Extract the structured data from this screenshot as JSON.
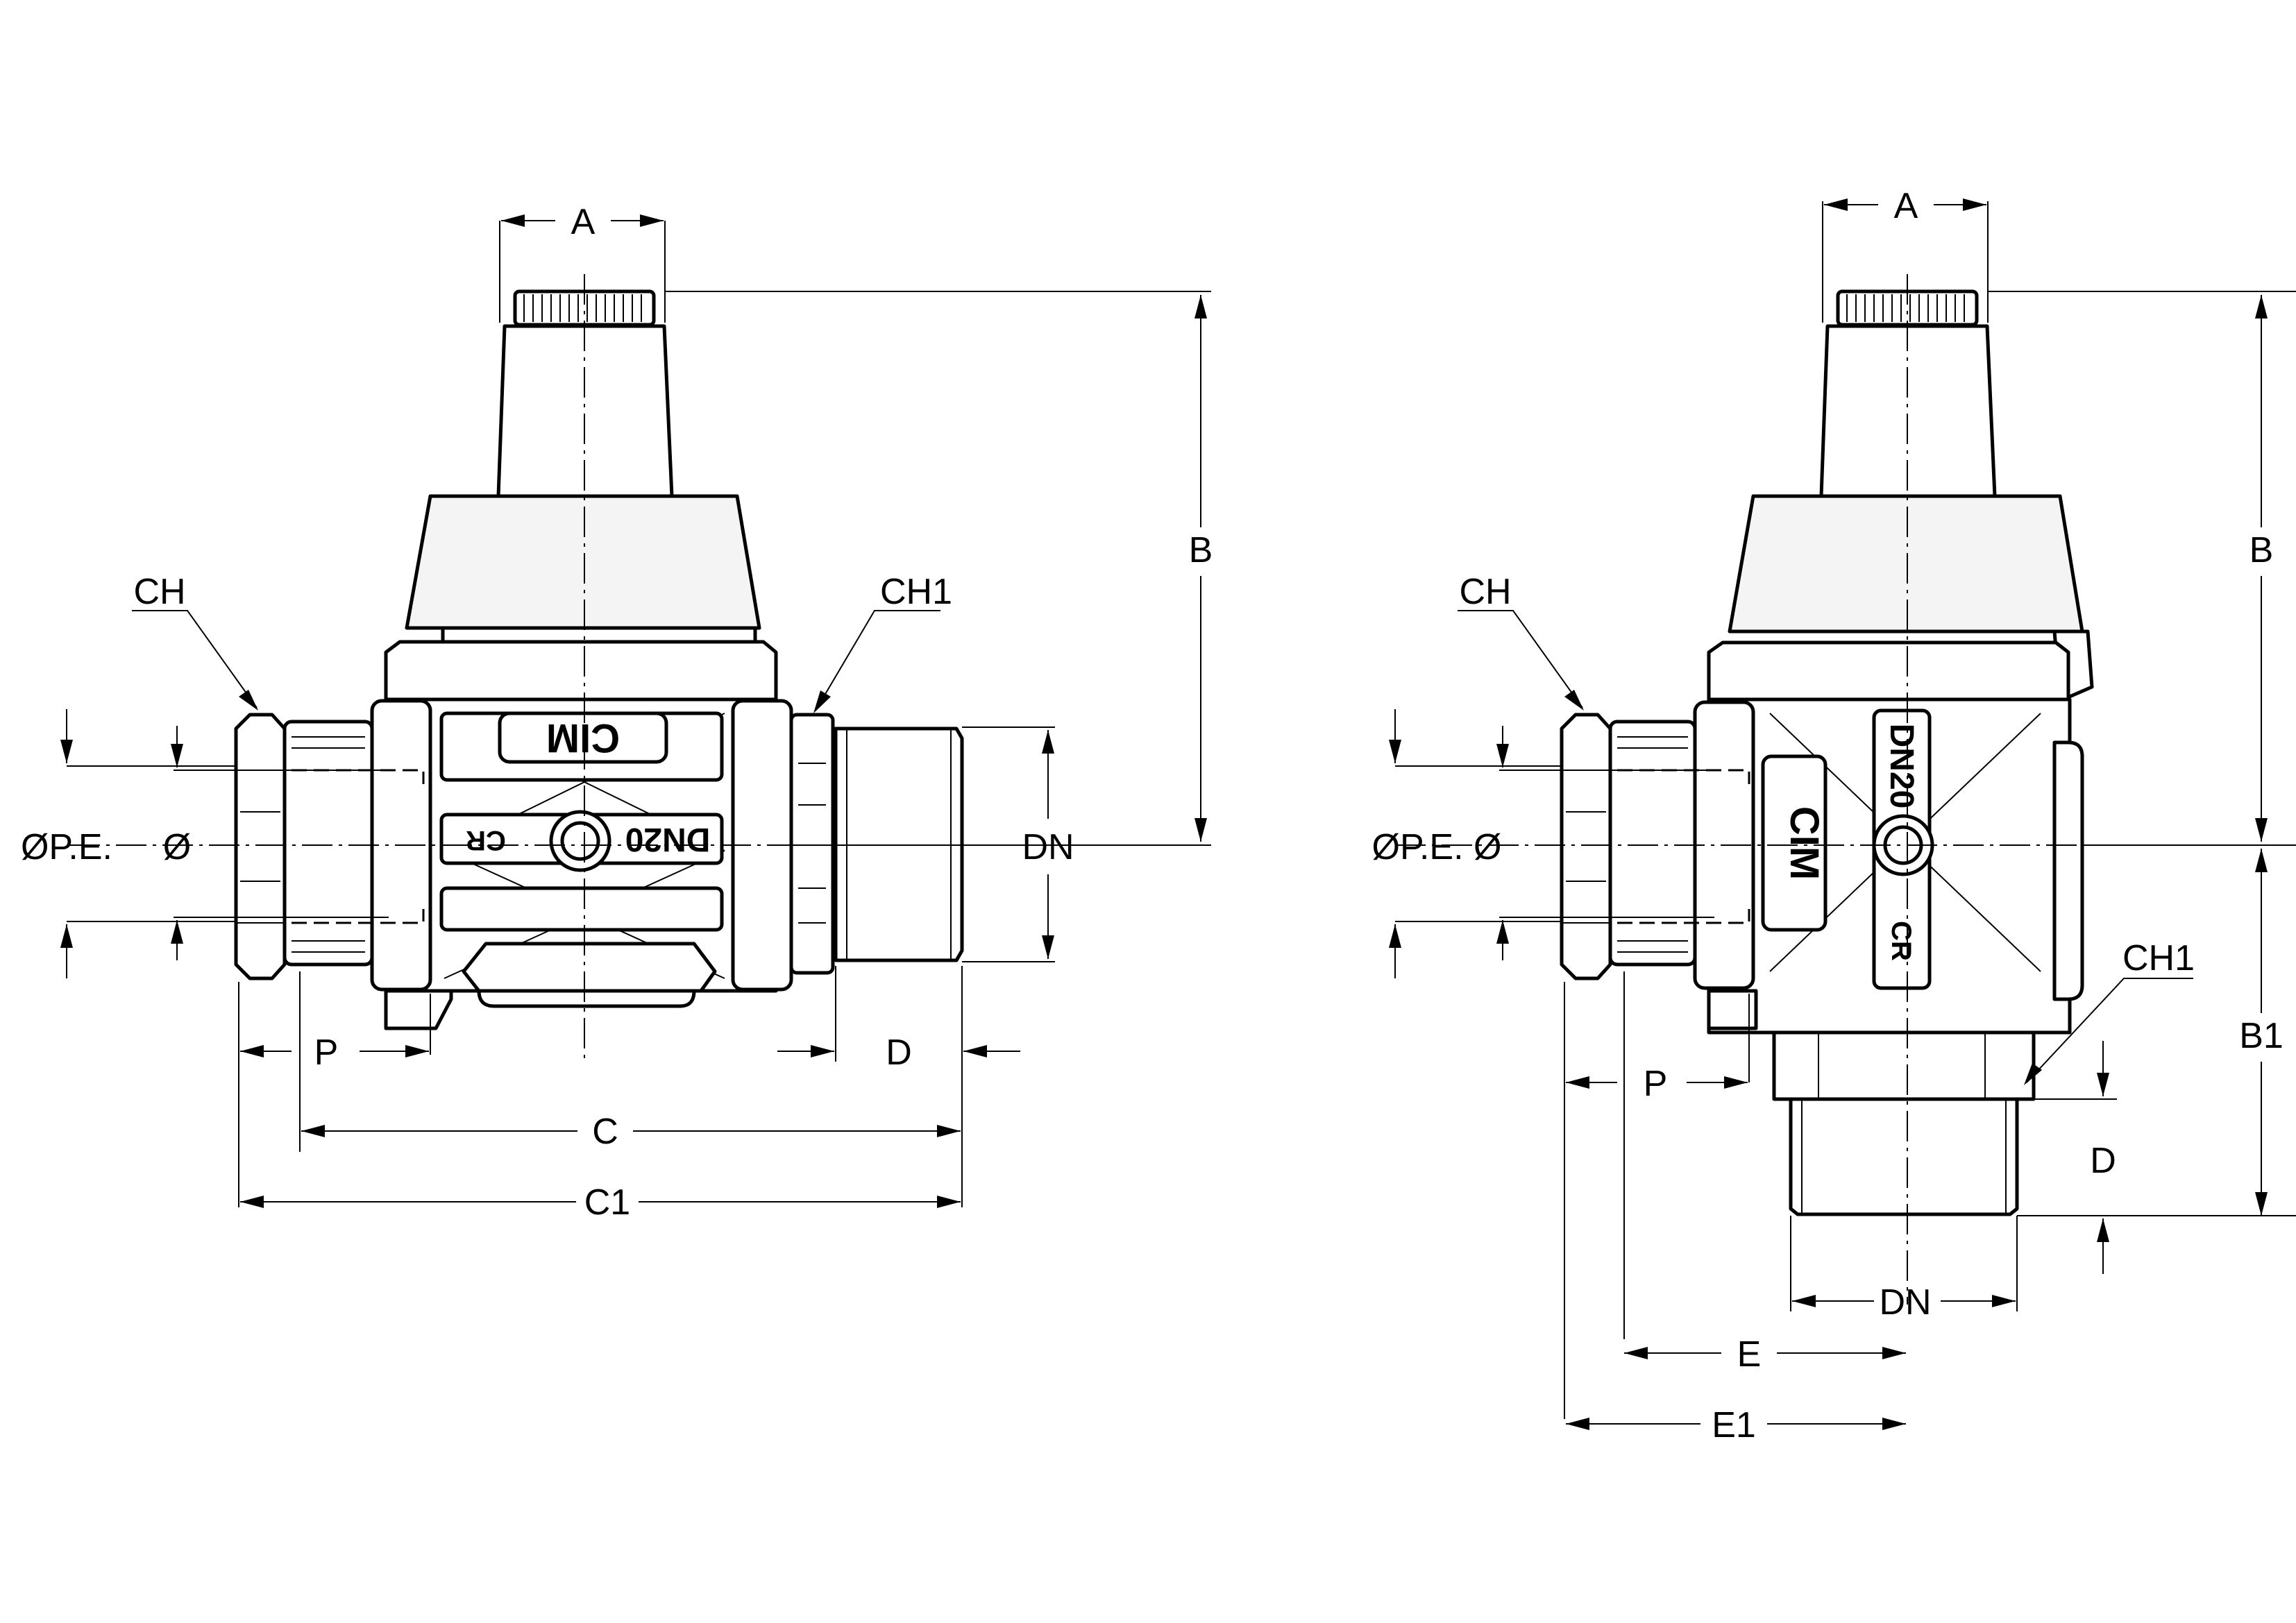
{
  "front_view": {
    "dims": {
      "a": "A",
      "b": "B",
      "c": "C",
      "c1": "C1",
      "d": "D",
      "dn": "DN",
      "p": "P",
      "ch": "CH",
      "ch1": "CH1",
      "ope": "ØP.E.",
      "o": "Ø"
    },
    "marks": {
      "brand": "CIM",
      "size": "DN20",
      "logo": "CR"
    }
  },
  "side_view": {
    "dims": {
      "a": "A",
      "b": "B",
      "b1": "B1",
      "d": "D",
      "dn": "DN",
      "e": "E",
      "e1": "E1",
      "p": "P",
      "ch": "CH",
      "ch1": "CH1",
      "ope": "ØP.E. Ø"
    },
    "marks": {
      "brand": "CIM",
      "size": "DN20",
      "logo": "CR"
    }
  }
}
